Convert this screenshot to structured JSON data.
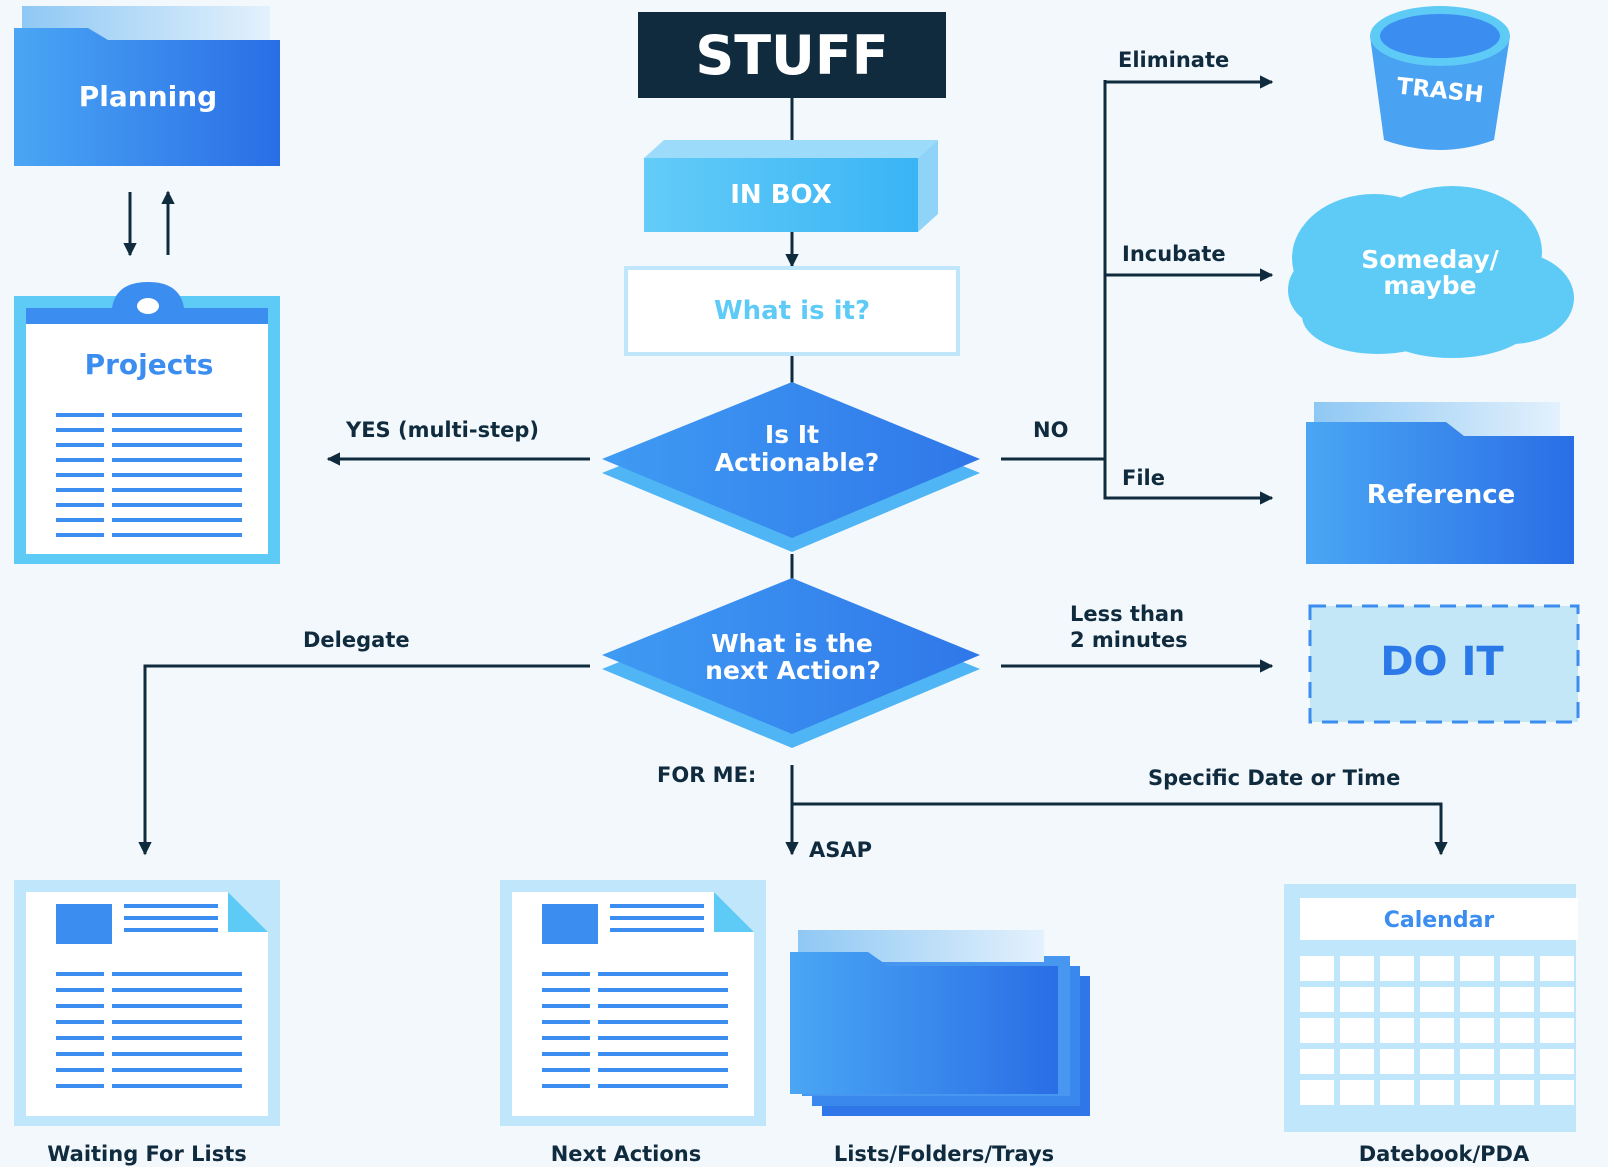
{
  "colors": {
    "navy": "#0f2b3d",
    "blue": "#3b8df0",
    "blue_dark": "#2b6fe0",
    "sky": "#5ecbf7",
    "light": "#bfe6fb",
    "background": "#f3f8fd"
  },
  "nodes": {
    "stuff": "STUFF",
    "inbox": "IN BOX",
    "what_is_it": "What is it?",
    "actionable_line1": "Is It",
    "actionable_line2": "Actionable?",
    "next_action_line1": "What is the",
    "next_action_line2": "next Action?",
    "trash": "TRASH",
    "someday_line1": "Someday/",
    "someday_line2": "maybe",
    "reference": "Reference",
    "do_it": "DO IT",
    "planning": "Planning",
    "projects": "Projects",
    "calendar": "Calendar"
  },
  "edges": {
    "eliminate": "Eliminate",
    "incubate": "Incubate",
    "file": "File",
    "no": "NO",
    "yes_multi": "YES (multi-step)",
    "delegate": "Delegate",
    "less_than_line1": "Less than",
    "less_than_line2": "2 minutes",
    "for_me": "FOR ME:",
    "asap": "ASAP",
    "specific_date": "Specific Date or Time"
  },
  "captions": {
    "waiting_for": "Waiting For Lists",
    "next_actions": "Next Actions",
    "lists_folders": "Lists/Folders/Trays",
    "datebook": "Datebook/PDA"
  },
  "icons": [
    "folder-icon",
    "clipboard-icon",
    "trash-bucket-icon",
    "cloud-icon",
    "document-icon",
    "folder-stack-icon",
    "calendar-icon",
    "arrow-up-icon",
    "arrow-down-icon"
  ]
}
